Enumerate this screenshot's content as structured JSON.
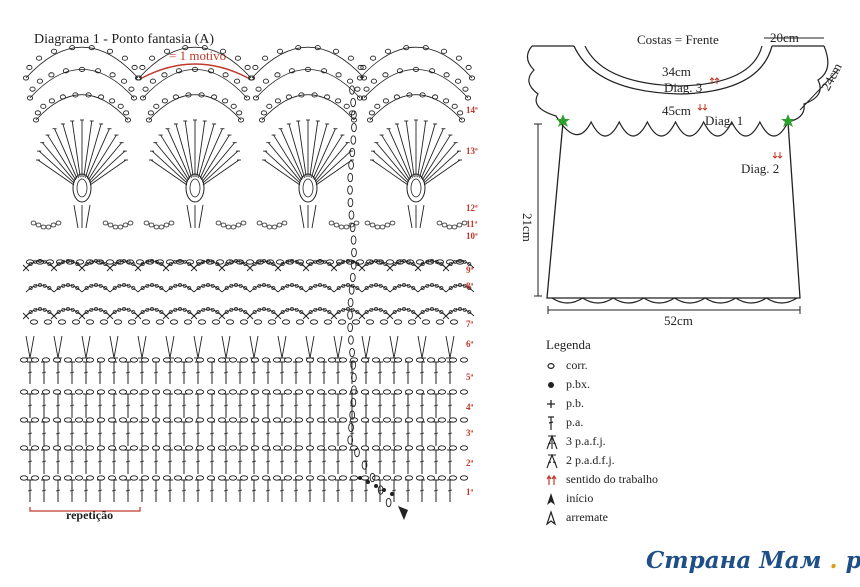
{
  "diagram": {
    "title": "Diagrama 1 - Ponto fantasia (A)",
    "motif_label": "= 1 motivo",
    "repeat_label": "repetição",
    "row_numbers": [
      "14ª",
      "13ª",
      "12ª",
      "11ª",
      "10ª",
      "9ª",
      "8ª",
      "7ª",
      "6ª",
      "5ª",
      "4ª",
      "3ª",
      "2ª",
      "1ª"
    ]
  },
  "schema": {
    "title": "Costas = Frente",
    "dim_top": "20cm",
    "dim_34": "34cm",
    "diag3": "Diag. 3",
    "dim_45": "45cm",
    "diag1": "Diag. 1",
    "dim_side": "24cm",
    "diag2": "Diag. 2",
    "dim_height": "21cm",
    "dim_width": "52cm"
  },
  "legend": {
    "title": "Legenda",
    "items": [
      {
        "label": "corr.",
        "icon": "open-circle"
      },
      {
        "label": "p.bx.",
        "icon": "filled-dot"
      },
      {
        "label": "p.b.",
        "icon": "plus"
      },
      {
        "label": "p.a.",
        "icon": "t-stitch"
      },
      {
        "label": "3 p.a.f.j.",
        "icon": "cluster-3"
      },
      {
        "label": "2 p.a.d.f.j.",
        "icon": "cluster-2"
      },
      {
        "label": "sentido do trabalho",
        "icon": "red-double-arrow"
      },
      {
        "label": "início",
        "icon": "filled-arrowhead"
      },
      {
        "label": "arremate",
        "icon": "open-arrowhead"
      }
    ]
  },
  "watermark": {
    "text_main": "Страна Мам",
    "text_dot": " . ",
    "text_end": "ру"
  },
  "colors": {
    "accent": "#c0392b",
    "ink": "#222222",
    "star": "#2ca02c",
    "watermark": "#1f4f87"
  }
}
